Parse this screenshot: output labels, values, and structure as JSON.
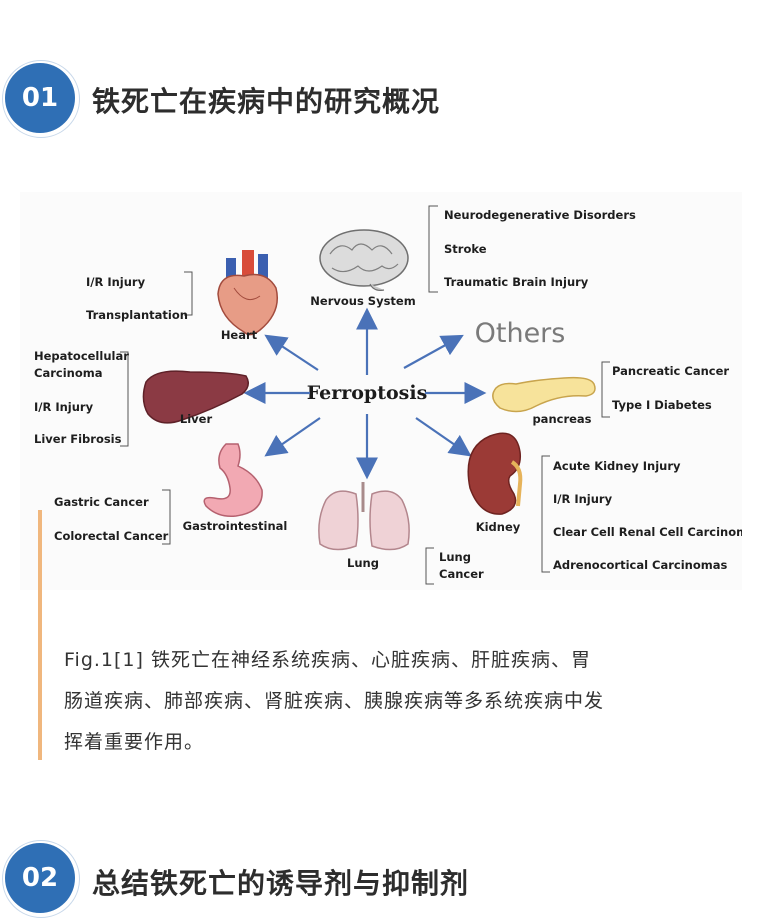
{
  "section1": {
    "number": "01",
    "title": "铁死亡在疾病中的研究概况"
  },
  "section2": {
    "number": "02",
    "title": "总结铁死亡的诱导剂与抑制剂"
  },
  "figure": {
    "center": "Ferroptosis",
    "others": "Others",
    "nervous": {
      "name": "Nervous System",
      "items": [
        "Neurodegenerative Disorders",
        "Stroke",
        "Traumatic Brain Injury"
      ]
    },
    "heart": {
      "name": "Heart",
      "items": [
        "I/R Injury",
        "Transplantation"
      ]
    },
    "liver": {
      "name": "Liver",
      "items": [
        "Hepatocellular",
        "Carcinoma",
        "I/R Injury",
        "Liver Fibrosis"
      ]
    },
    "gastro": {
      "name": "Gastrointestinal",
      "items": [
        "Gastric Cancer",
        "Colorectal Cancer"
      ]
    },
    "lung": {
      "name": "Lung",
      "items": [
        "Lung",
        "Cancer"
      ]
    },
    "kidney": {
      "name": "Kidney",
      "items": [
        "Acute Kidney Injury",
        "I/R Injury",
        "Clear Cell Renal Cell Carcinoma",
        "Adrenocortical Carcinomas"
      ]
    },
    "pancreas": {
      "name": "pancreas",
      "items": [
        "Pancreatic Cancer",
        "Type Ⅰ Diabetes"
      ]
    }
  },
  "caption": {
    "line1": "Fig.1[1]  铁死亡在神经系统疾病、心脏疾病、肝脏疾病、胃",
    "line2": "肠道疾病、肺部疾病、肾脏疾病、胰腺疾病等多系统疾病中发",
    "line3": "挥着重要作用。"
  },
  "colors": {
    "accent": "#2f6fb5",
    "arrow": "#4a72b8",
    "bar": "#f0b77e"
  }
}
